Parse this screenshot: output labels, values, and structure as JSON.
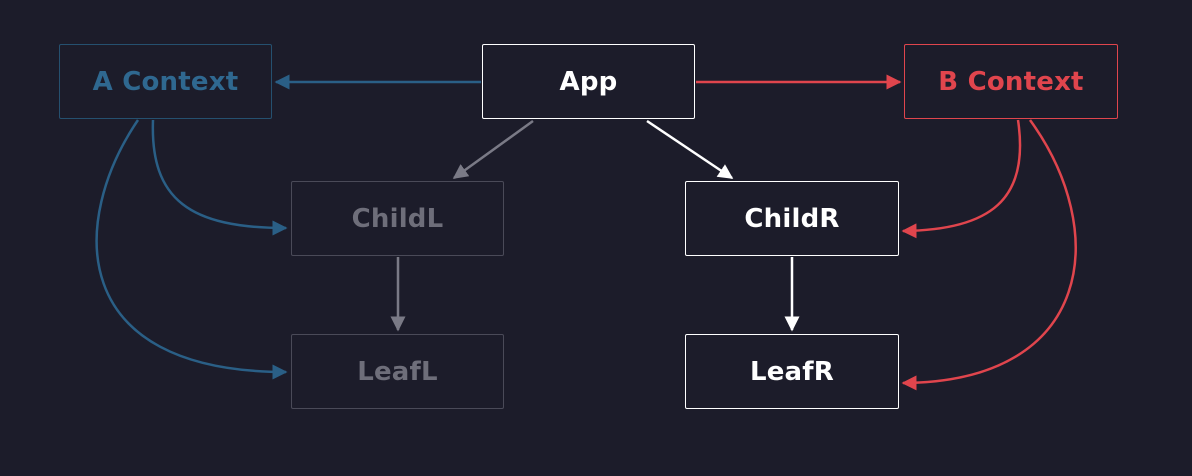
{
  "nodes": {
    "a_context": "A Context",
    "app": "App",
    "b_context": "B Context",
    "child_l": "ChildL",
    "child_r": "ChildR",
    "leaf_l": "LeafL",
    "leaf_r": "LeafR"
  },
  "colors": {
    "background": "#1c1c2a",
    "context_a": "#2f6890",
    "context_b": "#e0454d",
    "active": "#ffffff",
    "inactive": "#6e6e7a"
  }
}
